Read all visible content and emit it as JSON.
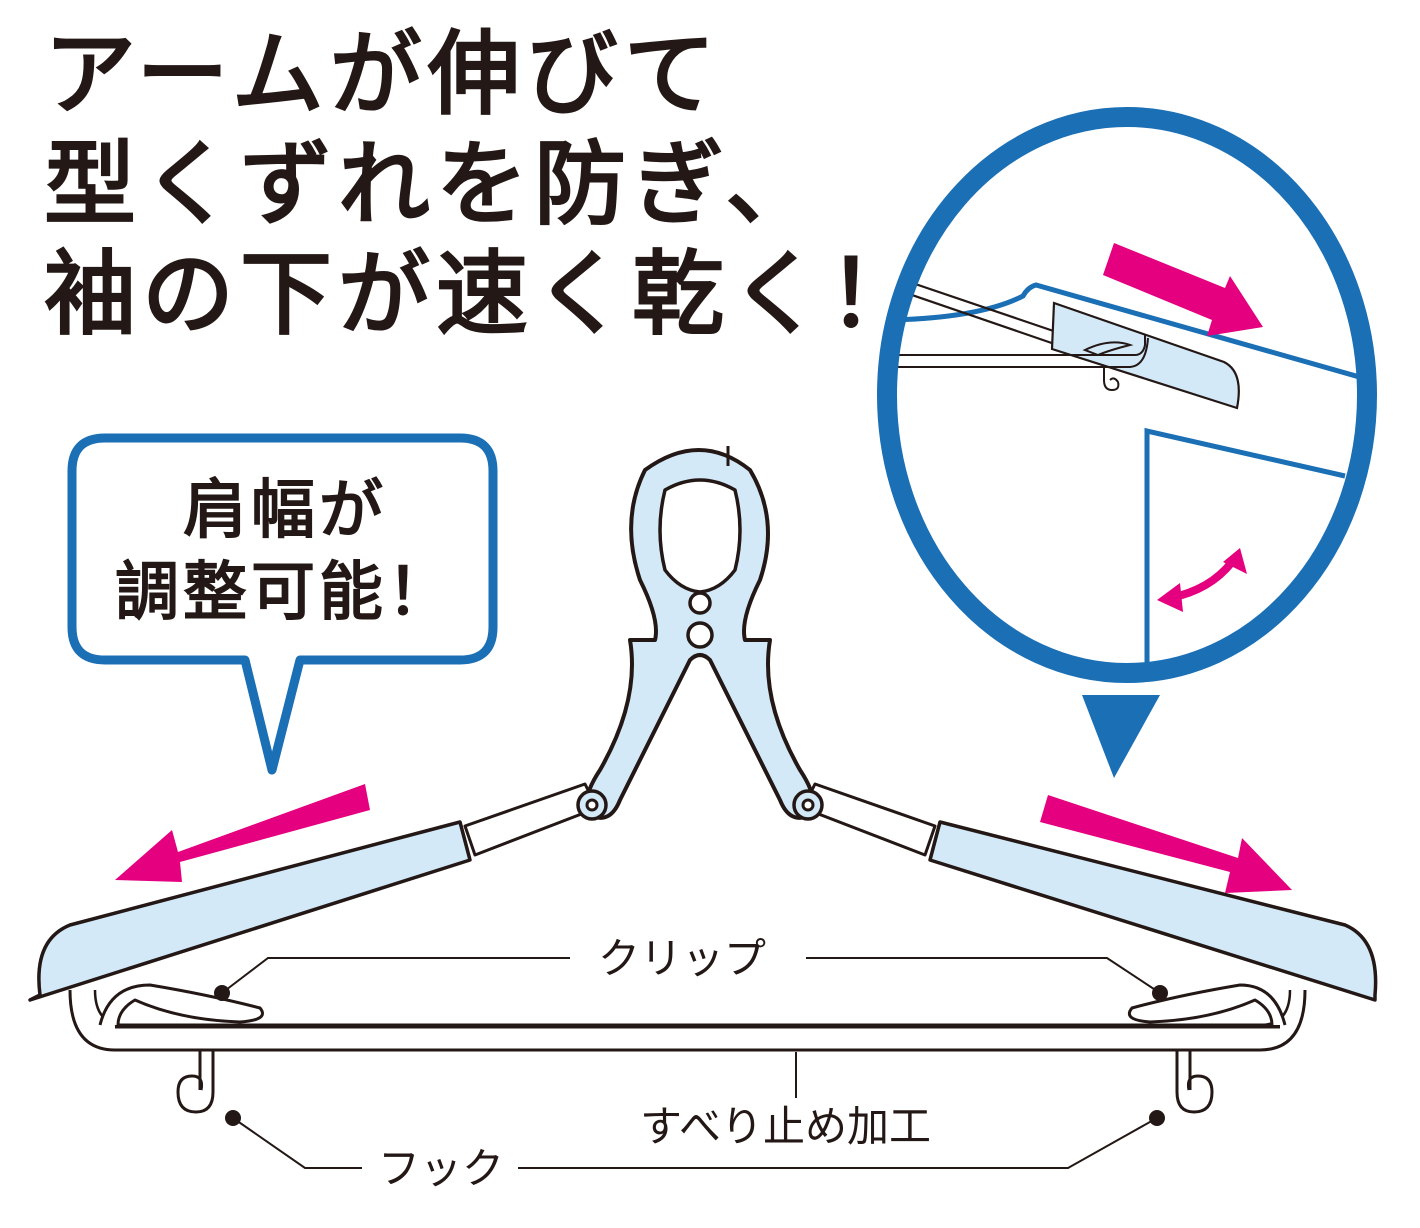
{
  "headline": {
    "lines": [
      "アームが伸びて",
      "型くずれを防ぎ、",
      "袖の下が速く乾く！"
    ]
  },
  "callout_bubble": {
    "lines": [
      "肩幅が",
      "調整可能！"
    ]
  },
  "labels": {
    "clip": "クリップ",
    "anti_slip": "すべり止め加工",
    "hook": "フック"
  },
  "colors": {
    "accent_blue": "#1a6fb5",
    "arrow_magenta": "#e4007f",
    "hanger_fill": "#d3e9f8",
    "outline": "#231815"
  }
}
